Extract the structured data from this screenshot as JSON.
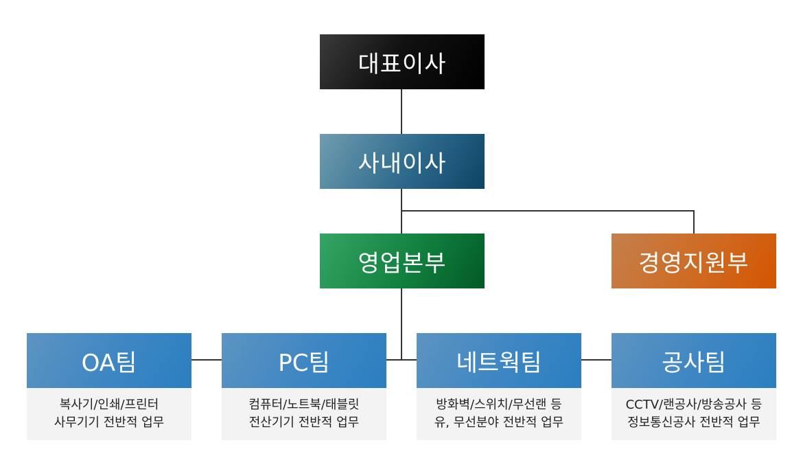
{
  "org": {
    "ceo": "대표이사",
    "inside_director": "사내이사",
    "sales_division": "영업본부",
    "management_support": "경영지원부",
    "teams": [
      {
        "name": "OA팀",
        "desc_line1": "복사기/인쇄/프린터",
        "desc_line2": "사무기기 전반적 업무"
      },
      {
        "name": "PC팀",
        "desc_line1": "컴퓨터/노트북/태블릿",
        "desc_line2": "전산기기 전반적 업무"
      },
      {
        "name": "네트웍팀",
        "desc_line1": "방화벽/스위치/무선랜 등",
        "desc_line2": "유, 무선분야 전반적 업무"
      },
      {
        "name": "공사팀",
        "desc_line1": "CCTV/랜공사/방송공사 등",
        "desc_line2": "정보통신공사 전반적 업무"
      }
    ]
  },
  "colors": {
    "ceo": "#111111",
    "inside_director": "#2e6a8c",
    "sales_division": "#12803f",
    "management_support": "#d45500",
    "team": "#3d86c3",
    "connector": "#333333"
  }
}
